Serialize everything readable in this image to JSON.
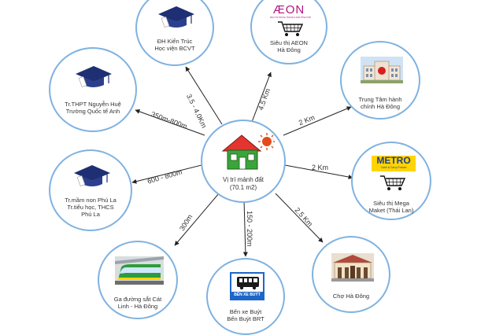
{
  "center": {
    "label": "Vị trí mảnh đất\n(70.1 m2)"
  },
  "nodes": [
    {
      "id": "dh-kien-truc",
      "label": "ĐH Kiến Trúc\nHọc viện BCVT",
      "distance": "3.5 - 4.0Km"
    },
    {
      "id": "aeon",
      "label": "Siêu thị AEON\nHà Đông",
      "distance": "4.5 Km",
      "logo": "ÆON",
      "logo_sub": "SIÊU THỊ TRUNG TÂM MUA SẮM TỔNG HỢP"
    },
    {
      "id": "trung-tam-hanh-chinh",
      "label": "Trung Tâm hành\nchính Hà Đông",
      "distance": "2 Km"
    },
    {
      "id": "metro",
      "label": "Siêu thị Mega\nMaket (Thái Lan)",
      "distance": "2 Km",
      "logo": "METRO",
      "logo_sub": "Cash & Carry France"
    },
    {
      "id": "cho-ha-dong",
      "label": "Chợ Hà Đông",
      "distance": "2.5 Km"
    },
    {
      "id": "ben-xe-buyt",
      "label": "Bến xe Buýt\nBến Buýt BRT",
      "distance": "150 - 200m",
      "sign": "BẾN XE BUÝT"
    },
    {
      "id": "ga-duong-sat",
      "label": "Ga đường sắt Cát\nLinh - Hà Đông",
      "distance": "300m"
    },
    {
      "id": "tr-mam-non",
      "label": "Tr.mầm non Phú La\nTr.tiểu học, THCS\nPhú La",
      "distance": "600 - 800m"
    },
    {
      "id": "tr-thpt",
      "label": "Tr.THPT Nguyễn Huệ\nTrường Quốc tế Anh",
      "distance": "350m-800m"
    }
  ],
  "colors": {
    "ring": "#7fb2e0",
    "arrow": "#222222",
    "house_wall": "#3aa53a",
    "house_roof": "#e3342f",
    "sun": "#e34b1f",
    "cap": "#2b3f8f",
    "metro_yellow": "#ffd400",
    "metro_blue": "#1a3d8f",
    "bus_blue": "#1e66c8",
    "aeon_purple": "#b0157e"
  },
  "icons": {
    "center": "house-icon",
    "schools": "graduation-cap-icon",
    "shops": "shopping-cart-icon",
    "bus": "bus-icon",
    "train": "train-icon",
    "building": "building-icon",
    "market": "market-icon",
    "sun": "sun-icon"
  }
}
